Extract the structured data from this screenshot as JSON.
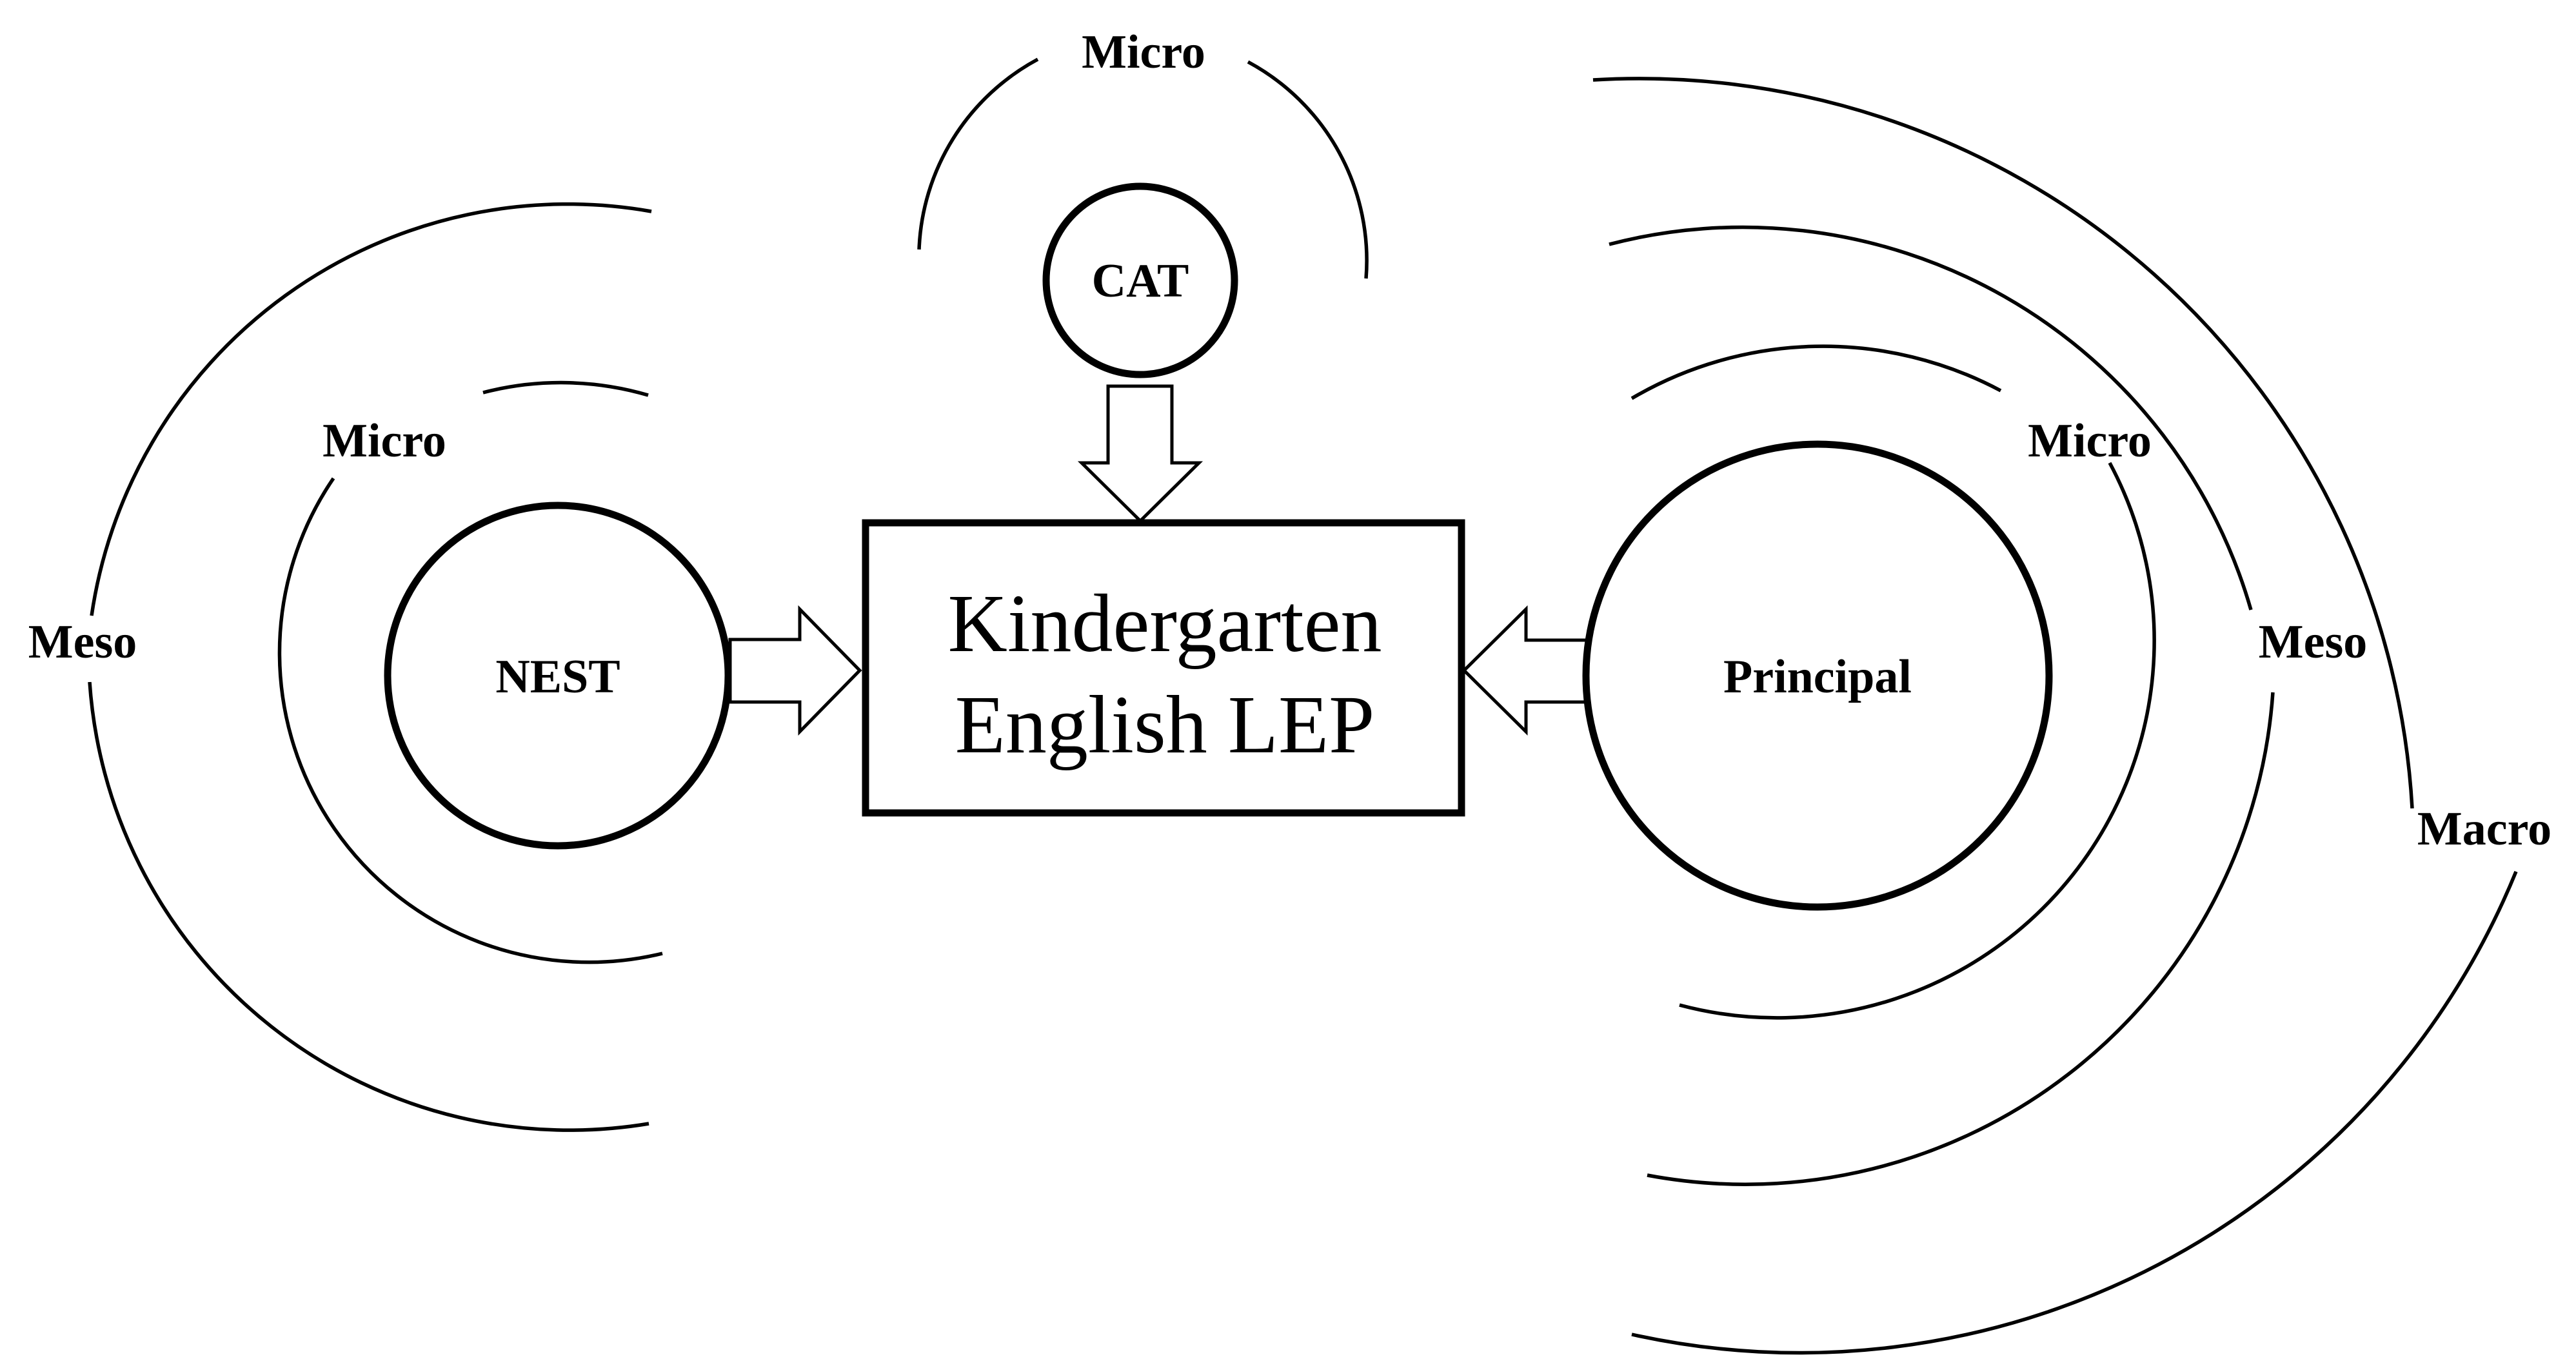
{
  "center": {
    "line1": "Kindergarten",
    "line2": "English LEP"
  },
  "nodes": {
    "left": "NEST",
    "top": "CAT",
    "right": "Principal"
  },
  "levels": {
    "top_micro": "Micro",
    "left_micro": "Micro",
    "left_meso": "Meso",
    "right_micro": "Micro",
    "right_meso": "Meso",
    "right_macro": "Macro"
  }
}
